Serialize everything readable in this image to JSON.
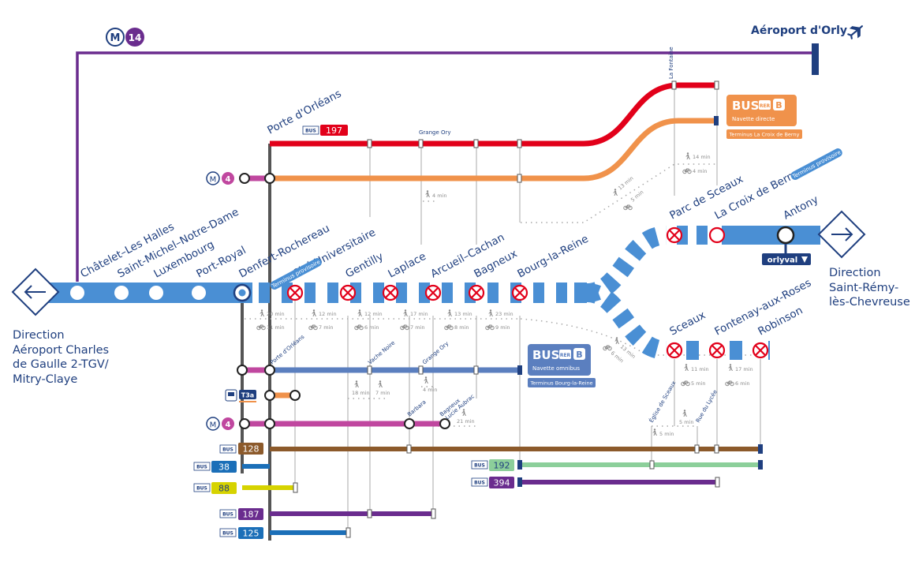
{
  "stations": {
    "chatelet": "Châtelet–Les Halles",
    "saint_michel": "Saint-Michel–Notre-Dame",
    "luxembourg": "Luxembourg",
    "port_royal": "Port-Royal",
    "denfert": "Denfert-Rochereau",
    "cite_u": "Cité Universitaire",
    "gentilly": "Gentilly",
    "laplace": "Laplace",
    "arcueil": "Arcueil–Cachan",
    "bagneux": "Bagneux",
    "bourg_la_reine": "Bourg-la-Reine",
    "parc_de_sceaux": "Parc de Sceaux",
    "croix_de_berny": "La Croix de Berny",
    "antony": "Antony",
    "sceaux": "Sceaux",
    "fontenay": "Fontenay-aux-Roses",
    "robinson": "Robinson",
    "porte_orleans": "Porte d'Orléans"
  },
  "badges": {
    "terminus_provisoire": "Terminus provisoire",
    "metro_m": "M",
    "metro_4": "4",
    "metro_14": "14",
    "bus": "BUS",
    "rer": "RER",
    "b": "B",
    "tram": "T3a",
    "orlyval": "orlyval"
  },
  "directions": {
    "west_lines": [
      "Direction",
      "Aéroport Charles",
      "de Gaulle 2-TGV/",
      "Mitry-Claye"
    ],
    "east_lines": [
      "Direction",
      "Saint-Rémy-",
      "lès-Chevreuse"
    ],
    "orly": "Aéroport d'Orly"
  },
  "shuttles": {
    "directe": {
      "title": "BUS",
      "subtitle": "Navette directe",
      "terminus": "Terminus La Croix de Berny"
    },
    "omnibus": {
      "title": "BUS",
      "subtitle": "Navette omnibus",
      "terminus": "Terminus Bourg-la-Reine"
    }
  },
  "stops": {
    "grange_ory": "Grange Ory",
    "la_fontaine": "La Fontaine",
    "vache_noire": "Vache Noire",
    "barbara": "Barbara",
    "bagneux_lucie_aubrac": [
      "Bagneux",
      "Lucie Aubrac"
    ],
    "eglise_de_sceaux": "Église de Sceaux",
    "rue_du_lycee": "Rue du Lycée"
  },
  "bus_lines": [
    "197",
    "128",
    "38",
    "88",
    "187",
    "125",
    "192",
    "394"
  ],
  "times": {
    "denfert_walk": "20 min",
    "denfert_bike": "11 min",
    "citeu_walk": "12 min",
    "citeu_bike": "7 min",
    "gentilly_walk": "12 min",
    "gentilly_bike": "6 min",
    "laplace_walk": "17 min",
    "laplace_bike": "7 min",
    "arcueil_walk": "13 min",
    "arcueil_bike": "8 min",
    "bagneux_walk": "23 min",
    "bagneux_bike": "9 min",
    "grangeory_walk_top": "4 min",
    "ps_walk": "14 min",
    "ps_bike": "4 min",
    "br_ps_walk": "13 min",
    "br_ps_bike": "5 min",
    "br_sc_walk": "13 min",
    "br_sc_bike": "6 min",
    "sceaux_walk": "11 min",
    "sceaux_bike": "5 min",
    "fontenay_walk": "17 min",
    "fontenay_bike": "6 min",
    "vn_walk_a": "18 min",
    "vn_walk_b": "7 min",
    "grangeory_walk_low": "4 min",
    "aubrac_walk": "21 min",
    "eglise_walk": "5 min",
    "lycee_walk": "5 min"
  },
  "colors": {
    "rer_blue": "#4a8fd4",
    "navy": "#1f3f7f",
    "metro14": "#6a2c8e",
    "metro4": "#c0479f",
    "bus197": "#e2001a",
    "orange": "#f0924b",
    "omnibus": "#5b7fbf",
    "bus128": "#8c5a2b",
    "bus38": "#1b6fb8",
    "bus88": "#d6d300",
    "bus187": "#6a2c8e",
    "bus125": "#1b6fb8",
    "bus192": "#8ccf9a",
    "bus394": "#6a2c8e",
    "closed": "#e2001a"
  },
  "icons": [
    "left-arrow-icon",
    "right-arrow-icon",
    "plane-icon",
    "walk-icon",
    "bike-icon",
    "closed-station-icon",
    "tram-icon"
  ]
}
